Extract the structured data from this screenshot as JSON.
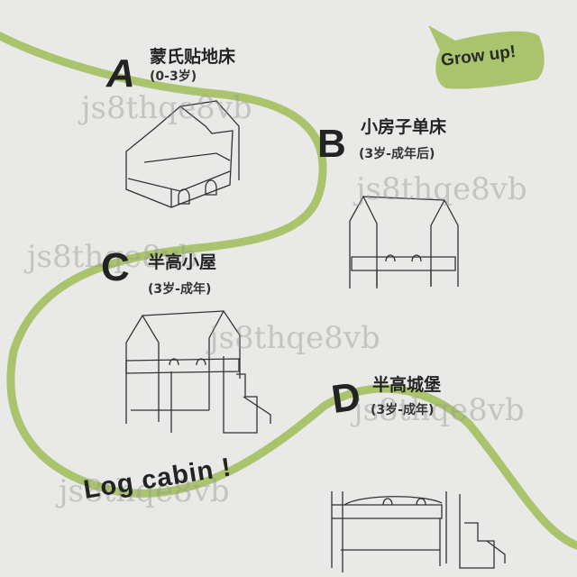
{
  "colors": {
    "background": "#e9e9e7",
    "path": "#a9c46c",
    "ink": "#232323"
  },
  "bubble": {
    "text": "Grow up!"
  },
  "slogan": "Log cabin !",
  "stages": [
    {
      "letter": "A",
      "title": "蒙氏贴地床",
      "age": "(0-3岁)"
    },
    {
      "letter": "B",
      "title": "小房子单床",
      "age": "(3岁-成年后)"
    },
    {
      "letter": "C",
      "title": "半高小屋",
      "age": "(3岁-成年)"
    },
    {
      "letter": "D",
      "title": "半高城堡",
      "age": "(3岁-成年)"
    }
  ],
  "watermark": "js8thqe8vb"
}
